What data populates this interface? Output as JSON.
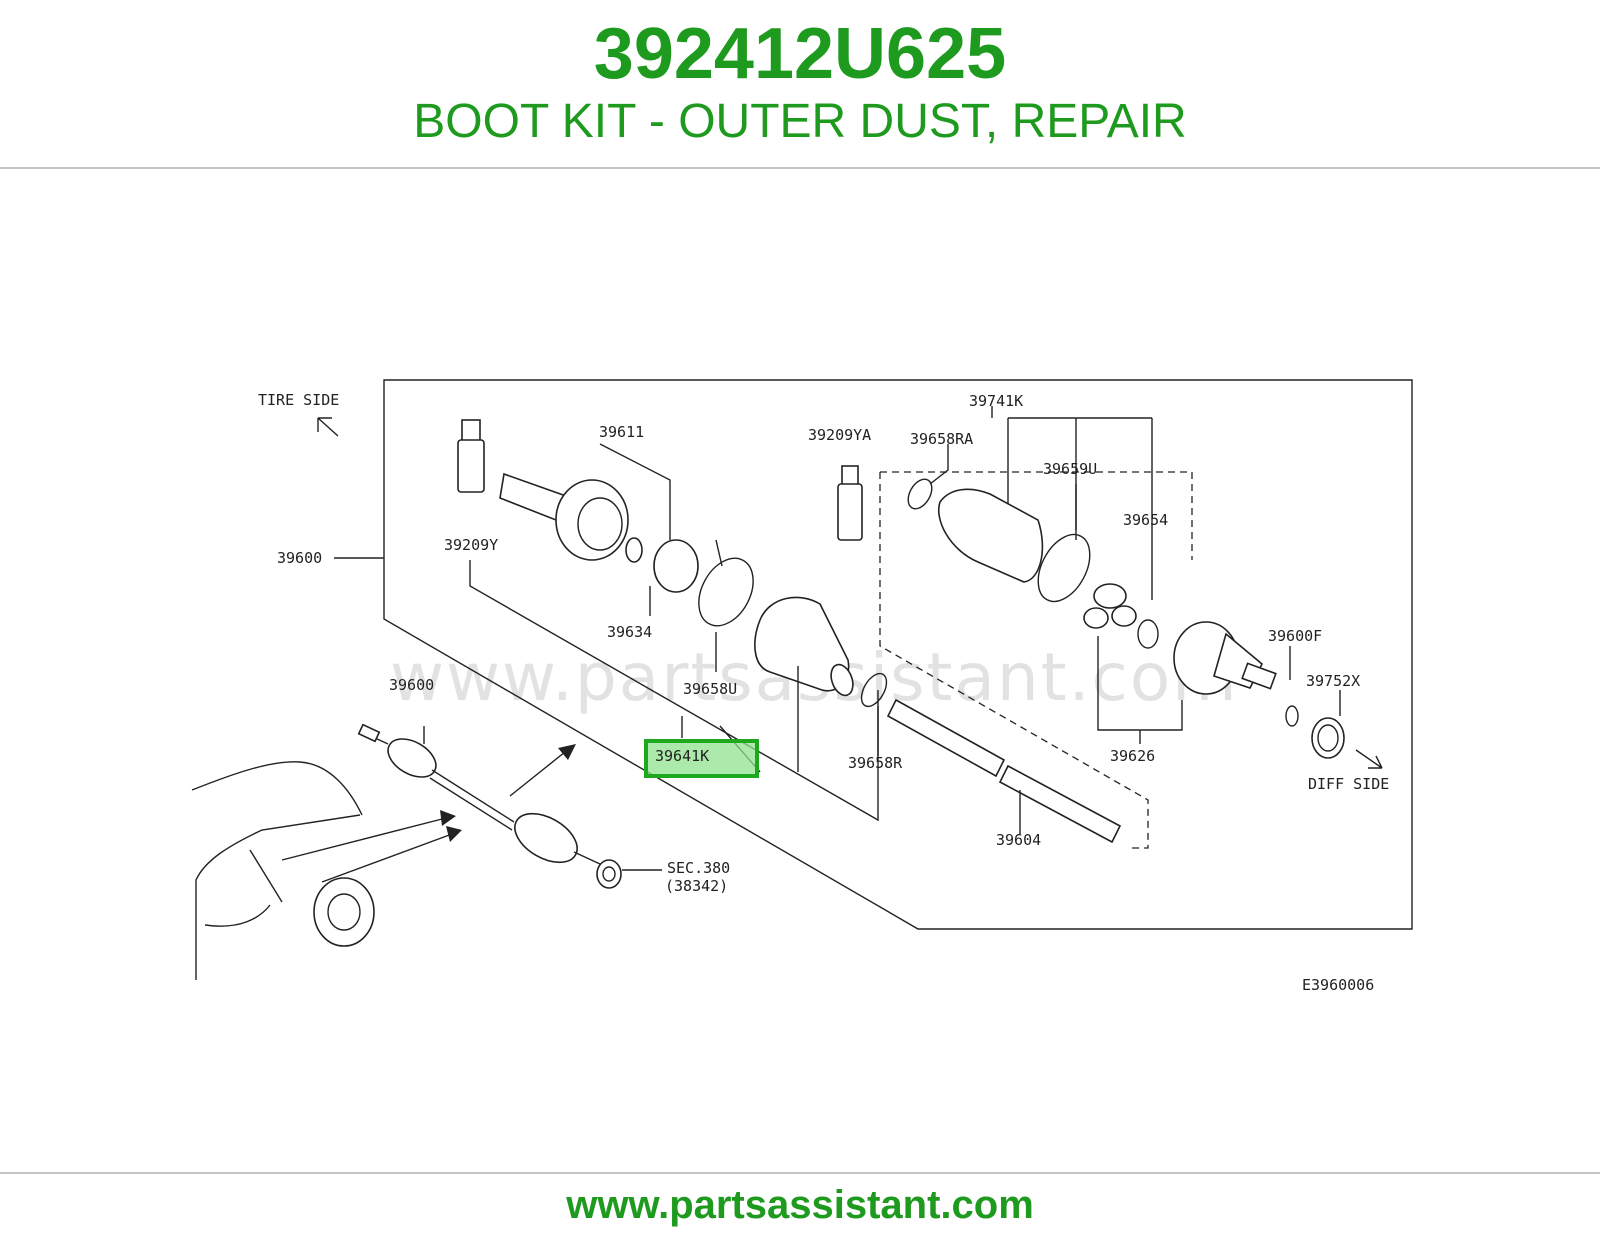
{
  "header": {
    "part_number": "392412U625",
    "description": "BOOT KIT - OUTER DUST, REPAIR"
  },
  "footer": {
    "url": "www.partsassistant.com"
  },
  "diagram": {
    "watermark": "www.partsassistant.com",
    "code": "E3960006",
    "orientation": {
      "tire_side": "TIRE SIDE",
      "diff_side": "DIFF SIDE"
    },
    "highlight_color": "#1ea81e",
    "labels": {
      "p39600_main": "39600",
      "p39600_sub": "39600",
      "p39209Y": "39209Y",
      "p39611": "39611",
      "p39634": "39634",
      "p39658U": "39658U",
      "p39641K": "39641K",
      "p39658R": "39658R",
      "p39209YA": "39209YA",
      "p39658RA": "39658RA",
      "p39741K": "39741K",
      "p39659U": "39659U",
      "p39654": "39654",
      "p39600F": "39600F",
      "p39752X": "39752X",
      "p39626": "39626",
      "p39604": "39604",
      "sec_line1": "SEC.380",
      "sec_line2": "(38342)"
    }
  }
}
